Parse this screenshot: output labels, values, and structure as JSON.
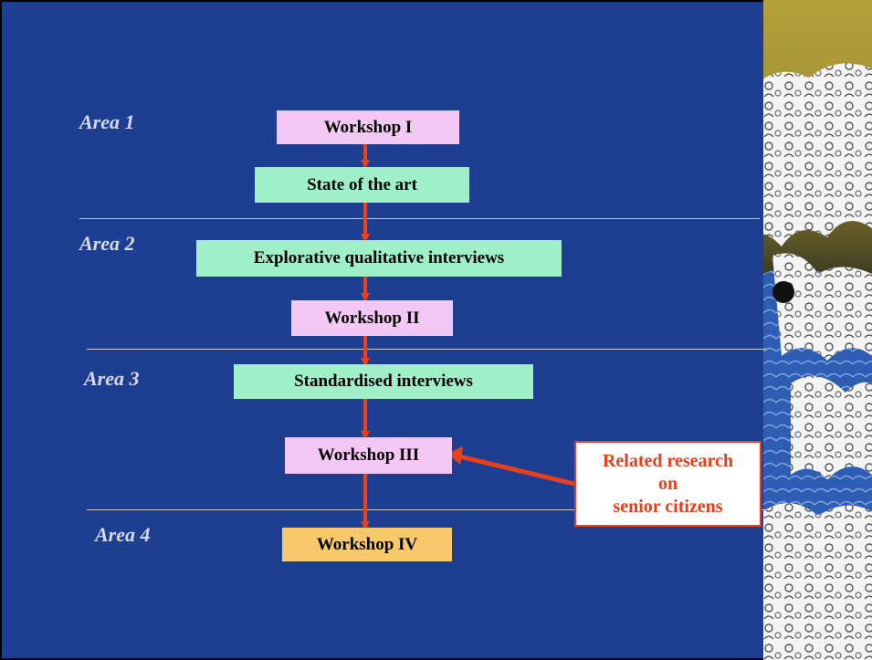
{
  "areas": [
    {
      "label": "Area 1"
    },
    {
      "label": "Area 2"
    },
    {
      "label": "Area 3"
    },
    {
      "label": "Area 4"
    }
  ],
  "steps": [
    {
      "label": "Workshop I",
      "color": "#f4c8f4"
    },
    {
      "label": "State of the art",
      "color": "#9ff0c9"
    },
    {
      "label": "Explorative qualitative interviews",
      "color": "#9ff0c9"
    },
    {
      "label": "Workshop II",
      "color": "#f4c8f4"
    },
    {
      "label": "Standardised interviews",
      "color": "#9ff0c9"
    },
    {
      "label": "Workshop III",
      "color": "#f4c8f4"
    },
    {
      "label": "Workshop IV",
      "color": "#f8c96a"
    }
  ],
  "related": {
    "line1": "Related research",
    "line2": "on",
    "line3": "senior citizens"
  },
  "colors": {
    "background": "#1e3f91",
    "arrow": "#e8401b",
    "label": "#d6d9e6"
  }
}
